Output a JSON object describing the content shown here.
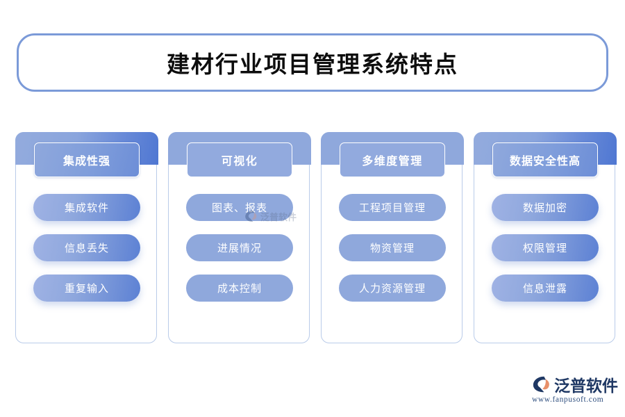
{
  "title": {
    "text": "建材行业项目管理系统特点"
  },
  "columns": [
    {
      "header": "集成性强",
      "style": "grad",
      "items": [
        "集成软件",
        "信息丢失",
        "重复输入"
      ]
    },
    {
      "header": "可视化",
      "style": "flat",
      "items": [
        "图表、报表",
        "进展情况",
        "成本控制"
      ]
    },
    {
      "header": "多维度管理",
      "style": "flat",
      "items": [
        "工程项目管理",
        "物资管理",
        "人力资源管理"
      ]
    },
    {
      "header": "数据安全性高",
      "style": "grad",
      "items": [
        "数据加密",
        "权限管理",
        "信息泄露"
      ]
    }
  ],
  "watermark": {
    "text": "泛普软件",
    "icon": "fanpu-logo-icon"
  },
  "logo": {
    "name": "泛普软件",
    "url": "www.fanpusoft.com",
    "icon": "fanpu-logo-icon",
    "mark_color": "#1f3864",
    "accent_color": "#e8906a"
  },
  "colors": {
    "border": "#7b9ad8",
    "card_border": "#b9cbe9",
    "band": "#8fa8dc",
    "band_dark": "#4f77d2",
    "text_on_blue": "#ffffff",
    "title_text": "#0d0d0d"
  }
}
